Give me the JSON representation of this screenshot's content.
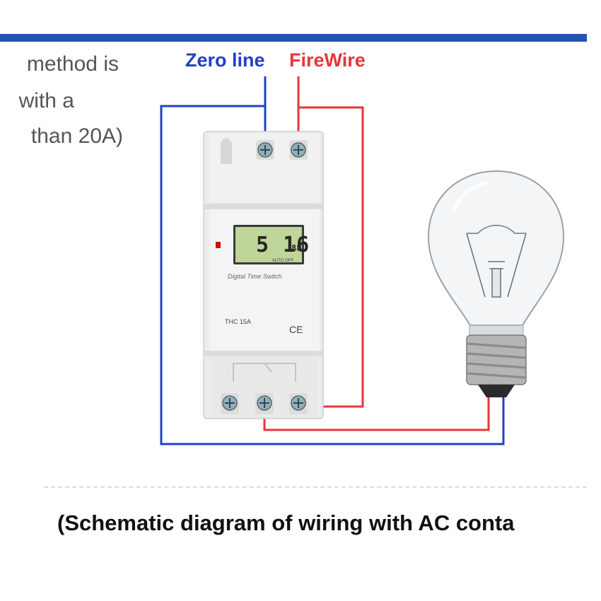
{
  "intro_lines": [
    "method is",
    "with a",
    "than 20A)"
  ],
  "labels": {
    "zero_line": "Zero line",
    "fire_wire": "FireWire"
  },
  "device": {
    "lcd_main": "5 16",
    "lcd_small": "88",
    "lcd_mode": "AUTO OFF",
    "brand": "Digital Time Switch",
    "model": "THC 15A",
    "cert": "CE"
  },
  "caption": "(Schematic diagram of wiring with AC conta",
  "colors": {
    "accent_bar": "#2057ae",
    "zero_wire": "#2340c8",
    "fire_wire": "#e8353a"
  }
}
